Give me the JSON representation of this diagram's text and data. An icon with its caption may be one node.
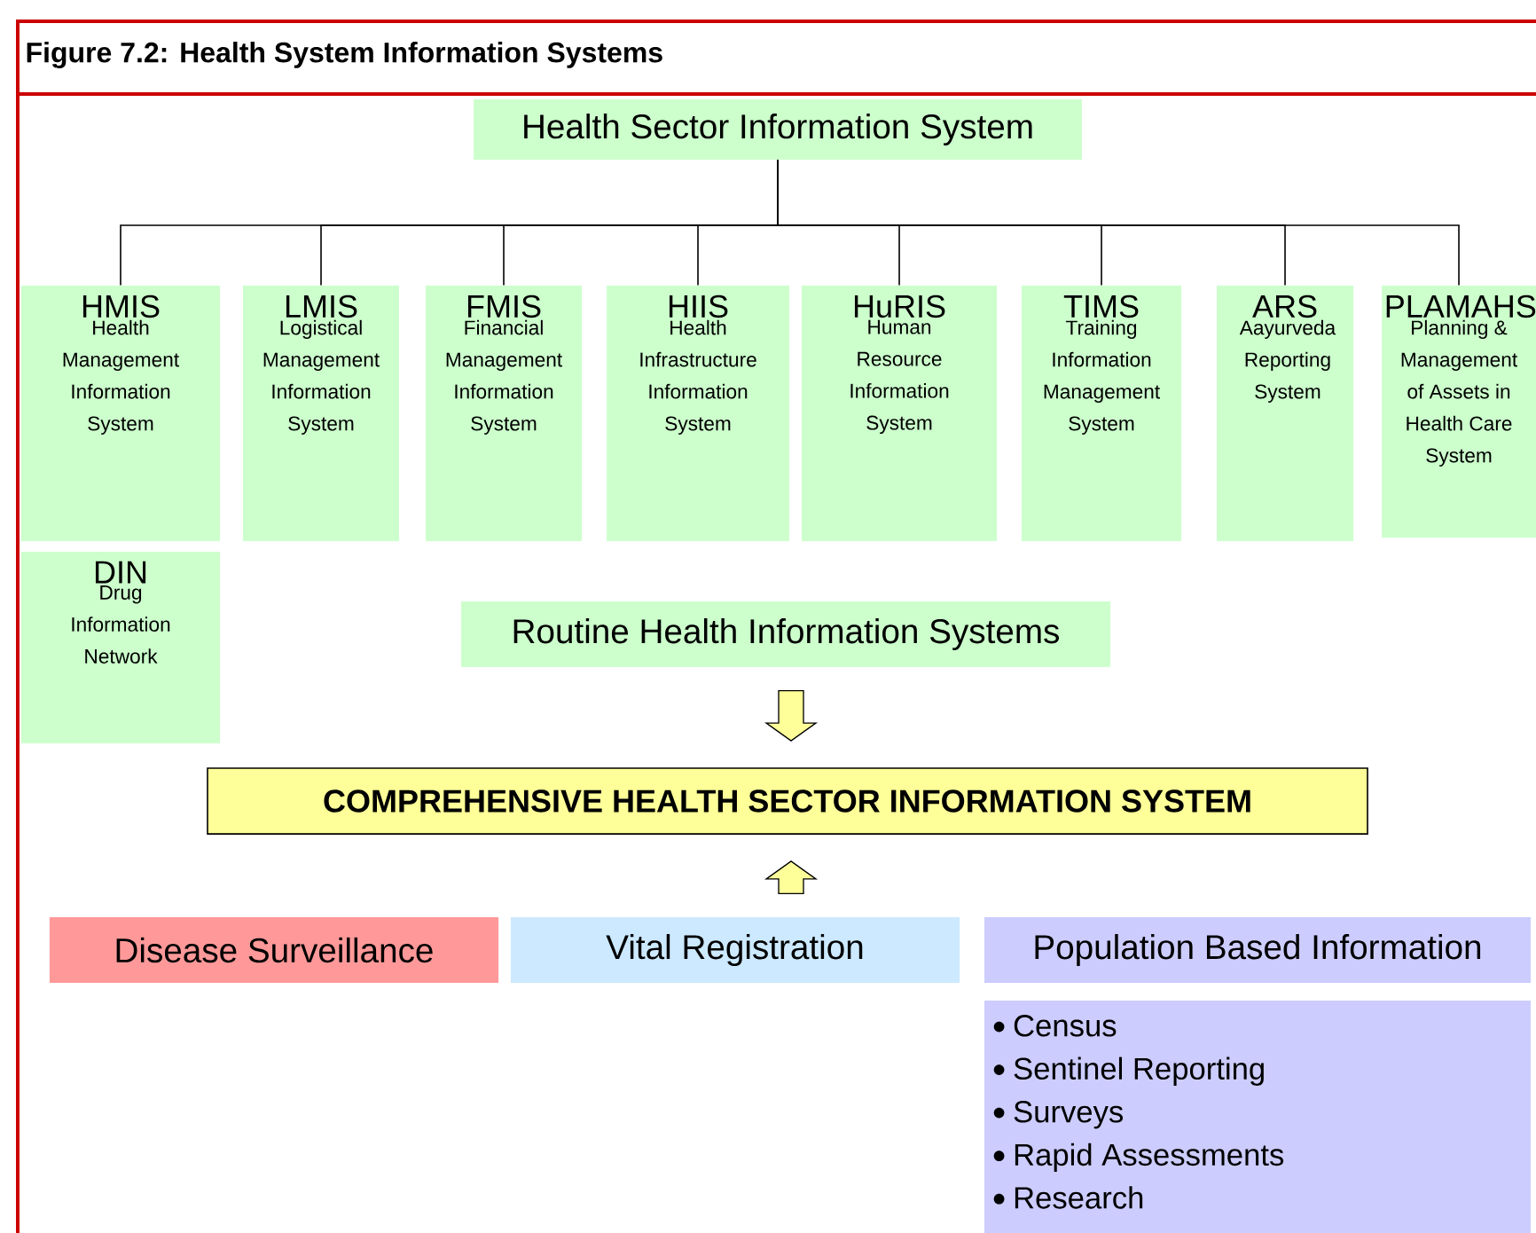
{
  "diagram": {
    "title": "Figure 7.2: Health System Information Systems",
    "nodes": [
      {
        "text": [
          "Health Sector Information System"
        ]
      },
      {
        "text": [
          "HMIS",
          "Health Management Information System"
        ]
      },
      {
        "text": [
          "LMIS",
          "Logistical Management Information System"
        ]
      },
      {
        "text": [
          "FMIS",
          "Financial Management Information System"
        ]
      },
      {
        "text": [
          "HIIS",
          "Health Infrastructure Information System"
        ]
      },
      {
        "text": [
          "HuRIS",
          "Human Resource Information System"
        ]
      },
      {
        "text": [
          "TIMS",
          "Training Information Management System"
        ]
      },
      {
        "text": [
          "ARS",
          "Aayurveda Reporting System"
        ]
      },
      {
        "text": [
          "PLAMAHS",
          "Planning & Management of Assets in Health Care System"
        ]
      },
      {
        "text": [
          "DIN",
          "Drug Information Network"
        ]
      },
      {
        "text": [
          "Routine Health Information Systems"
        ]
      },
      {
        "text": [
          "COMPREHENSIVE HEALTH SECTOR INFORMATION SYSTEM"
        ]
      },
      {
        "text": [
          "Disease Surveillance"
        ]
      },
      {
        "text": [
          "Vital Registration"
        ]
      },
      {
        "text": [
          "Population Based Information"
        ]
      },
      {
        "text": [
          "Census",
          "Sentinel Reporting",
          "Surveys",
          "Rapid Assessments",
          "Research"
        ]
      }
    ],
    "edges": [
      {
        "from": 0,
        "to": 1,
        "arrow": "none"
      },
      {
        "from": 0,
        "to": 2,
        "arrow": "none"
      },
      {
        "from": 0,
        "to": 3,
        "arrow": "none"
      },
      {
        "from": 0,
        "to": 4,
        "arrow": "none"
      },
      {
        "from": 0,
        "to": 5,
        "arrow": "none"
      },
      {
        "from": 0,
        "to": 6,
        "arrow": "none"
      },
      {
        "from": 0,
        "to": 7,
        "arrow": "none"
      },
      {
        "from": 0,
        "to": 8,
        "arrow": "none"
      },
      {
        "from": 10,
        "to": 11,
        "arrow": "to"
      },
      {
        "from": 13,
        "to": 11,
        "arrow": "to"
      }
    ]
  }
}
